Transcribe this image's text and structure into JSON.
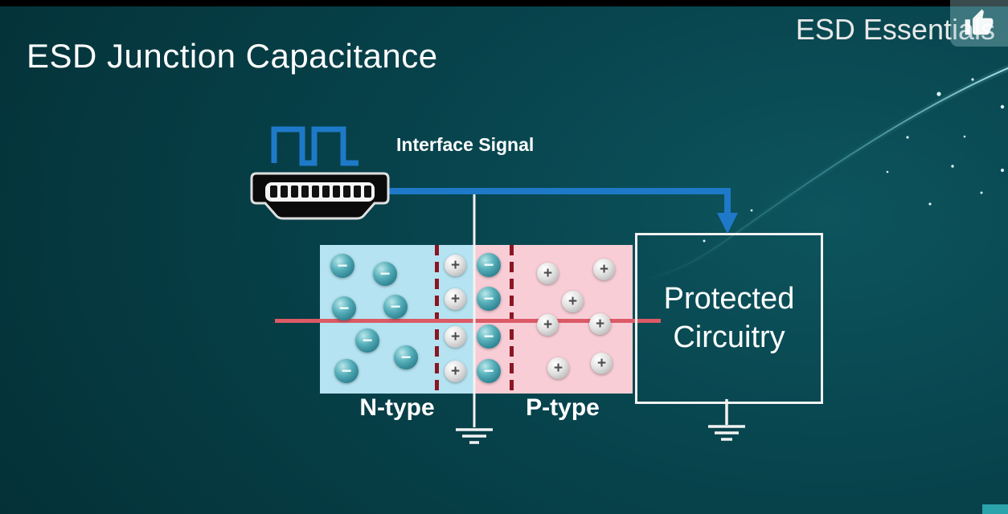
{
  "header": {
    "title": "ESD Junction Capacitance",
    "brand": "ESD Essentials"
  },
  "icons": {
    "like": "thumbs-up"
  },
  "diagram": {
    "interface_signal_label": "Interface Signal",
    "junction": {
      "n_label": "N-type",
      "p_label": "P-type",
      "negative_symbol": "−",
      "positive_symbol": "+",
      "n_carrier_count": 7,
      "depletion_positive_count": 4,
      "depletion_negative_count": 4,
      "p_carrier_count": 7
    },
    "protected_box": {
      "line1": "Protected",
      "line2": "Circuitry"
    }
  },
  "colors": {
    "background": "#07424b",
    "signal_blue": "#1e79c8",
    "n_region": "#b5e3f1",
    "p_region": "#f8cdd6",
    "junction_line_red": "#db5a66",
    "depletion_boundary_red": "#8a1622",
    "negative_carrier_teal": "#3b96a4",
    "positive_carrier_gray": "#d6d6d6",
    "wire_white": "#f2f2f2",
    "text": "#ffffff"
  }
}
